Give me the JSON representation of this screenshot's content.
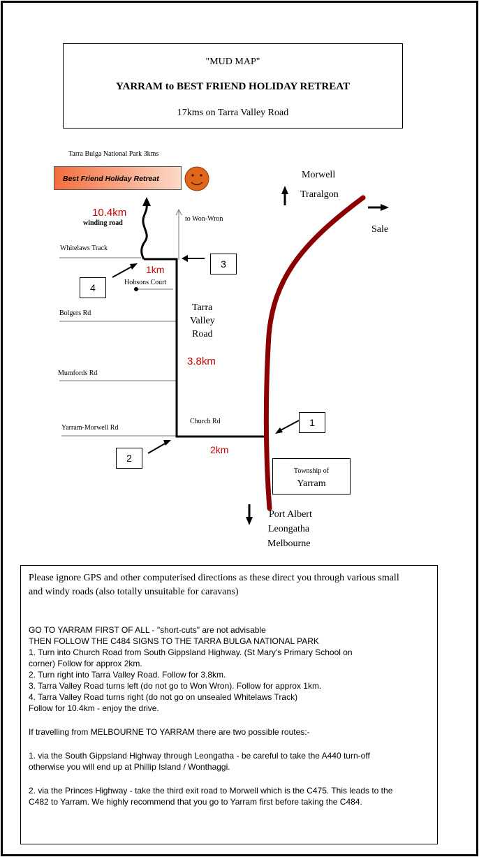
{
  "title": {
    "line1": "\"MUD MAP\"",
    "line2": "YARRAM to BEST FRIEND HOLIDAY RETREAT",
    "line3": "17kms on Tarra Valley Road"
  },
  "map": {
    "national_park": "Tarra Bulga National Park 3kms",
    "destination": "Best Friend Holiday Retreat",
    "dist_winding_value": "10.4km",
    "dist_winding_label": "winding road",
    "to_won_wron": "to Won-Wron",
    "whitelaws": "Whitelaws Track",
    "hobsons": "Hobsons Court",
    "bolgers": "Bolgers Rd",
    "mumfords": "Mumfords Rd",
    "yarram_morwell": "Yarram-Morwell Rd",
    "church": "Church Rd",
    "tarra_valley": [
      "Tarra",
      "Valley",
      "Road"
    ],
    "dist_1km": "1km",
    "dist_38km": "3.8km",
    "dist_2km": "2km",
    "morwell": "Morwell",
    "traralgon": "Traralgon",
    "sale": "Sale",
    "township_small": "Township of",
    "township_name": "Yarram",
    "south_dest": [
      "Port Albert",
      "Leongatha",
      "Melbourne"
    ],
    "markers": [
      "1",
      "2",
      "3",
      "4"
    ],
    "colors": {
      "highway": "#8b0000",
      "distance_text": "#cc0000",
      "destination_fill": "#f36e3e",
      "smiley": "#e0661a"
    }
  },
  "notes": {
    "intro": [
      "Please ignore GPS and other computerised directions as these direct you through various small",
      "and windy roads (also totally unsuitable for caravans)"
    ],
    "step_header_1": "GO TO YARRAM FIRST OF ALL   -   \"short-cuts\" are not advisable",
    "step_header_2": "THEN FOLLOW THE C484 SIGNS TO THE TARRA BULGA NATIONAL PARK",
    "steps": [
      "1.  Turn into Church Road from South Gippsland Highway. (St Mary's Primary School on",
      "      corner)   Follow for approx 2km.",
      "2.  Turn right into Tarra Valley Road. Follow for 3.8km.",
      "3.  Tarra Valley Road turns left (do not go to Won Wron).  Follow for approx 1km.",
      "4.  Tarra Valley Road turns right (do not go on unsealed Whitelaws Track)",
      "      Follow for 10.4km - enjoy the drive."
    ],
    "melbourne_header": "If travelling from MELBOURNE TO YARRAM there are two possible routes:-",
    "route1": [
      "1. via the South Gippsland Highway through Leongatha - be careful to take the A440 turn-off",
      "otherwise you will end up at Phillip Island / Wonthaggi."
    ],
    "route2": [
      "2. via the Princes Highway - take the third exit road to Morwell which is the C475. This leads to the",
      "C482 to Yarram.  We highly  recommend that you go to Yarram first before taking the C484."
    ]
  }
}
